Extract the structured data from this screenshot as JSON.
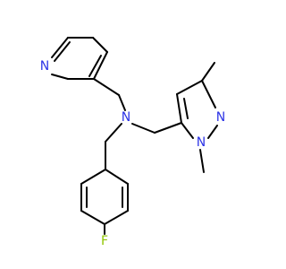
{
  "colors": {
    "bond": "#000000",
    "nitrogen": "#2d34e6",
    "fluorine": "#8fc400"
  },
  "atoms": {
    "pyridine_n": "N",
    "amine_n": "N",
    "pyrazole_n2": "N",
    "pyrazole_n1": "N",
    "fluorine": "F"
  }
}
